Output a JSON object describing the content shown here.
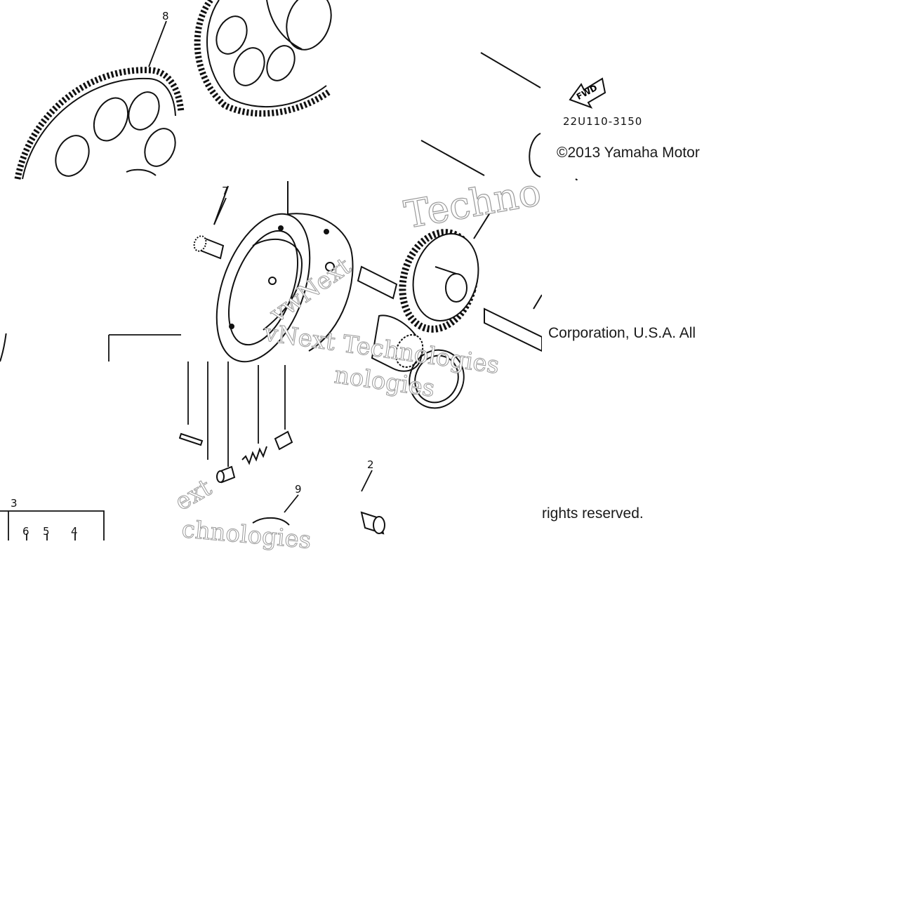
{
  "diagram": {
    "part_code": "22U110-3150",
    "fwd_arrow_label": "FWD",
    "copyright_lines": [
      "©2013 Yamaha Motor",
      "Corporation, U.S.A. All",
      "rights reserved."
    ],
    "callouts": [
      {
        "id": "8",
        "label": "8"
      },
      {
        "id": "7",
        "label": "7"
      },
      {
        "id": "9",
        "label": "9"
      },
      {
        "id": "2",
        "label": "2"
      },
      {
        "id": "3",
        "label": "3"
      },
      {
        "id": "6",
        "label": "6"
      },
      {
        "id": "5",
        "label": "5"
      },
      {
        "id": "4",
        "label": "4"
      }
    ],
    "watermark_texts": [
      "Techno",
      "vNext Technologies",
      "vwNext",
      "ext",
      "chnologies",
      "nologies"
    ]
  }
}
